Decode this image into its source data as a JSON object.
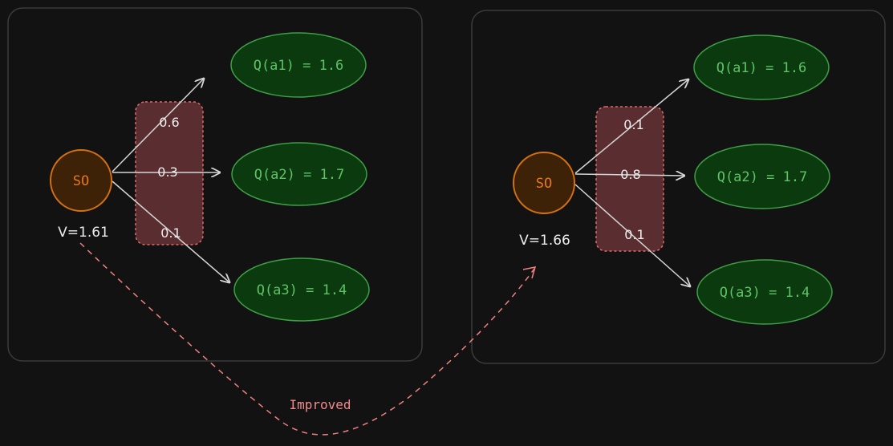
{
  "diagrams": [
    {
      "state": "SO",
      "value_label": "V=1.61",
      "probabilities": [
        "0.6",
        "0.3",
        "0.1"
      ],
      "q_values": [
        "Q(a1) = 1.6",
        "Q(a2) = 1.7",
        "Q(a3) = 1.4"
      ]
    },
    {
      "state": "SO",
      "value_label": "V=1.66",
      "probabilities": [
        "0.1",
        "0.8",
        "0.1"
      ],
      "q_values": [
        "Q(a1) = 1.6",
        "Q(a2) = 1.7",
        "Q(a3) = 1.4"
      ]
    }
  ],
  "transition_label": "Improved",
  "colors": {
    "state": "#d4700f",
    "q_node": "#3f9f47",
    "probability_box": "#e06a6a",
    "transition": "#f08080"
  }
}
